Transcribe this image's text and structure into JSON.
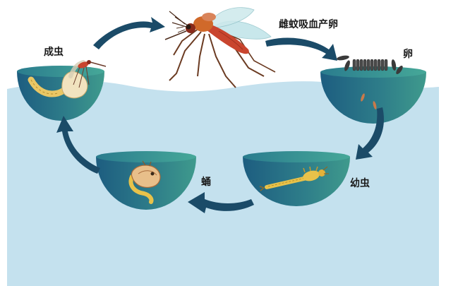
{
  "labels": {
    "adult": "成虫",
    "bite": "雌蚊吸血产卵",
    "egg": "卵",
    "larva": "幼虫",
    "pupa": "蛹"
  },
  "colors": {
    "water": "#c4e1ee",
    "water_edge": "#a9d3e6",
    "bowl_dark": "#1f5f7f",
    "bowl_light": "#3f9490",
    "bowl_rim": "#5fb5a6",
    "arrow": "#1b4b68",
    "mosquito_body": "#c9452e",
    "larva": "#e8c24a"
  },
  "icons": {
    "mosquito": "mosquito-icon",
    "eggs": "egg-raft-icon",
    "larva": "larva-icon",
    "pupa": "pupa-icon",
    "emerging_adult": "emerging-adult-icon"
  }
}
